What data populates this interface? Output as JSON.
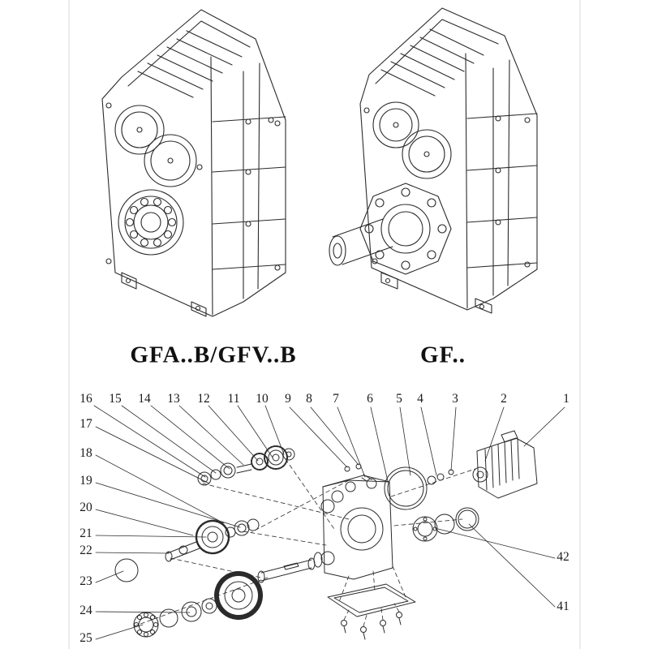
{
  "document": {
    "type_labels": {
      "left": "GFA..B/GFV..B",
      "right": "GF.."
    }
  },
  "exploded_view": {
    "callouts": [
      {
        "label": "16"
      },
      {
        "label": "15"
      },
      {
        "label": "14"
      },
      {
        "label": "13"
      },
      {
        "label": "12"
      },
      {
        "label": "11"
      },
      {
        "label": "10"
      },
      {
        "label": "9"
      },
      {
        "label": "8"
      },
      {
        "label": "7"
      },
      {
        "label": "6"
      },
      {
        "label": "5"
      },
      {
        "label": "4"
      },
      {
        "label": "3"
      },
      {
        "label": "2"
      },
      {
        "label": "1"
      },
      {
        "label": "17"
      },
      {
        "label": "18"
      },
      {
        "label": "19"
      },
      {
        "label": "20"
      },
      {
        "label": "21"
      },
      {
        "label": "22"
      },
      {
        "label": "23"
      },
      {
        "label": "24"
      },
      {
        "label": "25"
      },
      {
        "label": "42"
      },
      {
        "label": "41"
      }
    ]
  }
}
